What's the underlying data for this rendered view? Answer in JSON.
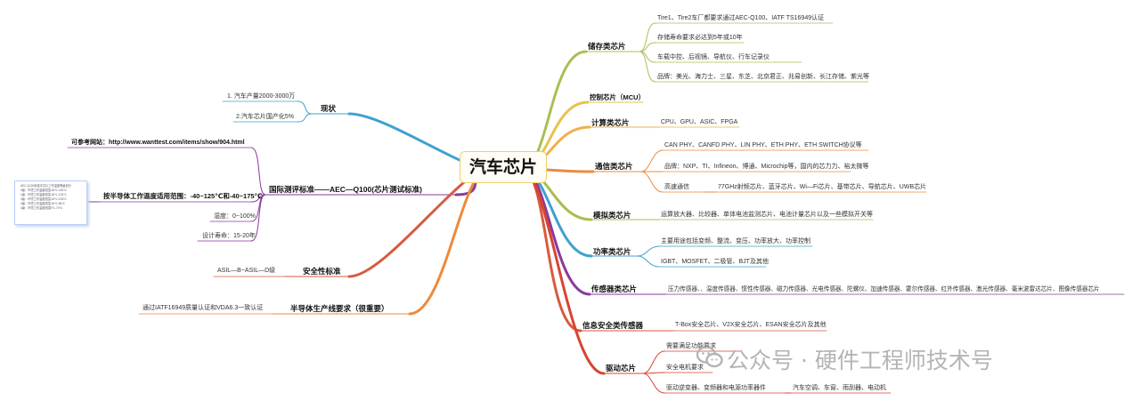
{
  "center": "汽车芯片",
  "right": [
    {
      "label": "储存类芯片",
      "color": "#a7c054",
      "items": [
        "Tire1、Tire2车厂都要求通过AEC‐Q100、IATF TS16949认证",
        "存储寿命要求必达到5年或10年",
        "车载中控、后视镜、导航仪、行车记录仪",
        "品牌：美光、海力士、三星、东芝、北京君正、兆易创新、长江存储、紫光等"
      ]
    },
    {
      "label": "控制芯片（MCU）",
      "color": "#e8c24a",
      "items": []
    },
    {
      "label": "计算类芯片",
      "color": "#f0b04a",
      "items": [
        "CPU、GPU、ASIC、FPGA"
      ]
    },
    {
      "label": "通信类芯片",
      "color": "#ec8a3c",
      "items": [
        "CAN PHY、CANFD PHY、LIN PHY、ETH PHY、ETH SWITCH协议等",
        "品牌：NXP、TI、Infineon、博通、Microchip等，国内的芯力力、裕太微等",
        "高速通信"
      ],
      "sub": "77GHz射频芯片、蓝牙芯片、Wi—Fi芯片、基带芯片、导航芯片、UWB芯片"
    },
    {
      "label": "模拟类芯片",
      "color": "#aabd4f",
      "items": [
        "运算放大器、比较器、单体电池监测芯片、电池计量芯片以及一些模拟开关等"
      ]
    },
    {
      "label": "功率类芯片",
      "color": "#3fa1cf",
      "items": [
        "主要用途包括变频、整流、变压、功率放大、功率控制",
        "IGBT、MOSFET、二极管、BJT及其他"
      ]
    },
    {
      "label": "传感器类芯片",
      "color": "#8a3a9c",
      "items": [
        "压力传感器、、温度传感器、惯性传感器、磁力传感器、光电传感器、陀螺仪、加速传感器、霍尔传感器、红外传感器、激光传感器、毫米波雷达芯片、图像传感器芯片"
      ]
    },
    {
      "label": "信息安全类传感器",
      "color": "#d85a3e",
      "items": [
        "T-Box安全芯片、V2X安全芯片、ESAN安全芯片及其他"
      ]
    },
    {
      "label": "驱动芯片",
      "color": "#d84432",
      "items": [
        "需要满足功能要求",
        "安全电机要求",
        "驱动逆变器、变频器和电源功率器件"
      ],
      "sub": "汽车空调、车窗、雨刮器、电动机"
    }
  ],
  "left": [
    {
      "label": "现状",
      "color": "#3fa1cf",
      "items": [
        "1. 汽车产量2000-3000万",
        "2.汽车芯片国产化5%"
      ]
    },
    {
      "label": "国际测评标准——AEC—Q100(芯片测试标准)",
      "color": "#8a3a9c",
      "items": [
        "可参考网站：http://www.wanttest.com/items/show/904.html",
        "按半导体工作温度适用范围：-40~125℃和-40~175℃",
        "湿度：0~100%",
        "设计寿命：15-20年"
      ]
    },
    {
      "label": "安全性标准",
      "color": "#d85a3e",
      "items": [
        "ASIL—B~ASIL—D级"
      ]
    },
    {
      "label": "半导体生产线要求（很重要）",
      "color": "#ec8a3c",
      "items": [
        "通过IATF16949质量认证和VDA6.3一致认证"
      ]
    }
  ],
  "note_lines": [
    "AEC-Q100标准中芯片工作温度等级划分",
    "0级：环境工作温度范围-40℃-150℃",
    "1级：环境工作温度范围-40℃-125℃",
    "2级：环境工作温度范围-40℃-105℃",
    "3级：环境工作温度范围-40℃-85℃",
    "4级：环境工作温度范围0℃-70℃"
  ],
  "watermark": "公众号 · 硬件工程师技术号"
}
